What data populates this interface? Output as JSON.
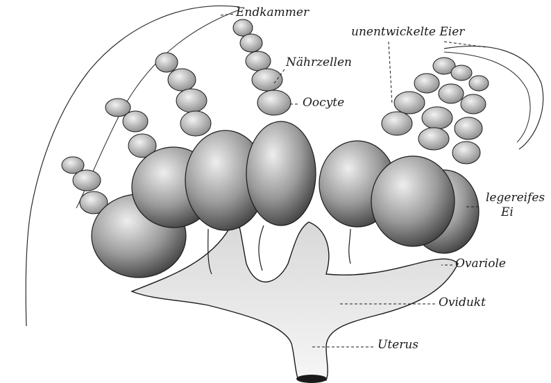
{
  "figure": {
    "labels": {
      "endkammer": "Endkammer",
      "unentwickelte_eier": "unentwickelte Eier",
      "naehrzellen": "Nährzellen",
      "oocyte": "Oocyte",
      "legereifes_line1": "legereifes",
      "legereifes_line2": "Ei",
      "ovariole": "Ovariole",
      "ovidukt": "Ovidukt",
      "uterus": "Uterus"
    }
  },
  "colors": {
    "ink": "#1a1a1a",
    "egg_dark": "#3a3a3a",
    "egg_light": "#e2e2e2",
    "tissue": "#eeeeee"
  }
}
